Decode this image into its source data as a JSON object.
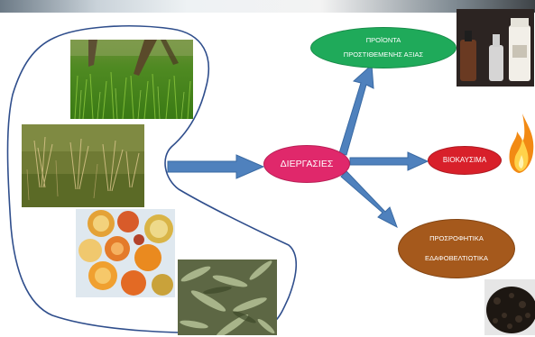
{
  "diagram": {
    "center_node": "ΔΙΕΡΓΑΣΙΕΣ",
    "outputs": {
      "top": [
        "ΠΡΟΪΟΝΤΑ",
        "ΠΡΟΣΤΙΘΕΜΕΝΗΣ ΑΞΙΑΣ"
      ],
      "middle": "ΒΙΟΚΑΥΣΙΜΑ",
      "bottom": [
        "ΠΡΟΣΡΟΦΗΤΙΚΑ",
        "ΕΔΑΦΟΒΕΛΤΙΩΤΙΚΑ"
      ]
    },
    "inputs": [
      "grass-field-photo",
      "dry-grass-photo",
      "citrus-fruit-peels-photo",
      "olive-leaves-photo"
    ],
    "output_images": [
      "essential-oil-bottles-photo",
      "flame-icon",
      "biochar-photo"
    ]
  },
  "colors": {
    "arrow": "#4f81bd",
    "arrow_stroke": "#3a6aa3",
    "center": "#e0286b",
    "top_node": "#1faa5a",
    "middle_node": "#d8202a",
    "bottom_node": "#a5591c",
    "outline": "#2f4e8c"
  }
}
